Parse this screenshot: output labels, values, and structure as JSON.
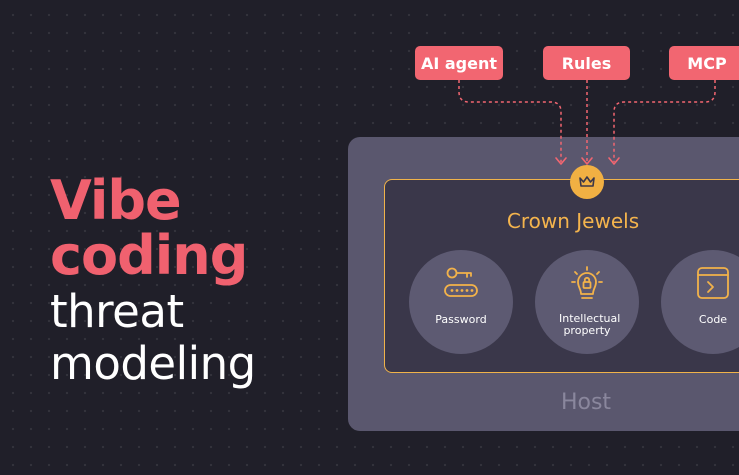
{
  "headline": {
    "line1": "Vibe",
    "line2": "coding",
    "line3": "threat",
    "line4": "modeling"
  },
  "inputs": [
    "AI agent",
    "Rules",
    "MCP"
  ],
  "crown": {
    "title": "Crown Jewels",
    "icon": "crown-icon"
  },
  "assets": [
    {
      "label": "Password",
      "icon": "key-icon"
    },
    {
      "label": "Intellectual property",
      "icon": "lightbulb-lock-icon"
    },
    {
      "label": "Code",
      "icon": "code-window-icon"
    }
  ],
  "host": {
    "label": "Host"
  },
  "colors": {
    "background": "#201f29",
    "accent_pink": "#f26671",
    "gold": "#f1b043",
    "host": "#5a576e",
    "crown_box": "#3a374a"
  }
}
